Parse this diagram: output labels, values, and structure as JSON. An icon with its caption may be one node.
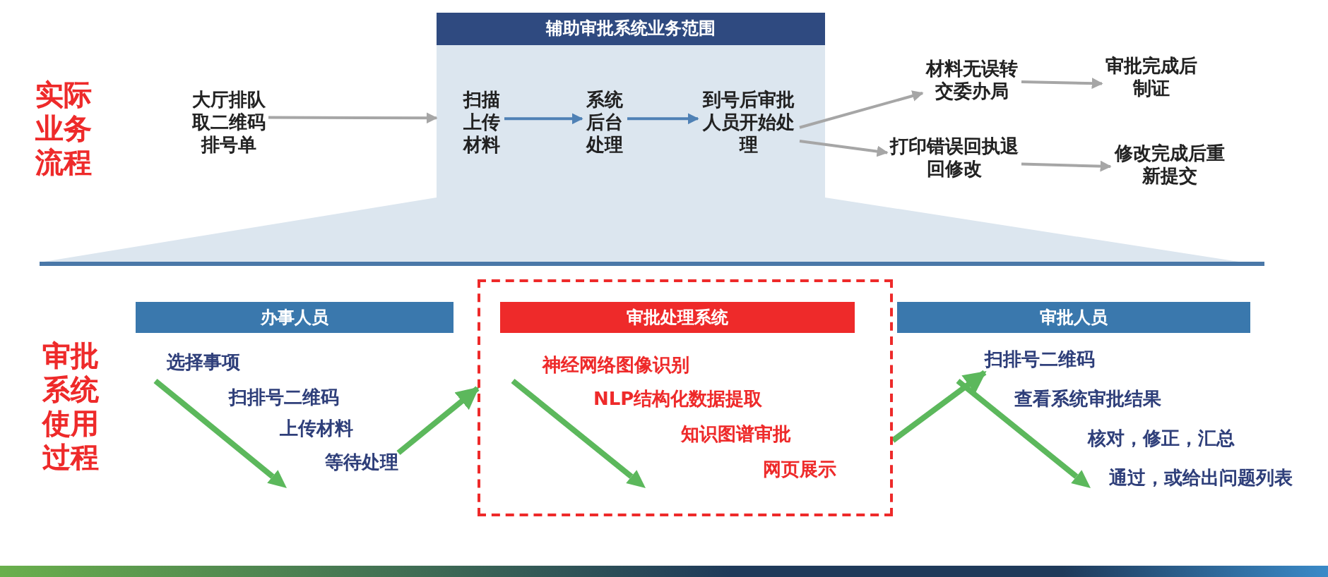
{
  "diagram": {
    "nodes": [
      {
        "text": [
          "大厅排队取二维码排号单"
        ]
      },
      {
        "text": [
          "辅助审批系统业务范围"
        ]
      },
      {
        "text": [
          "扫描上传材料"
        ],
        "in": 1
      },
      {
        "text": [
          "系统后台处理"
        ],
        "in": 1
      },
      {
        "text": [
          "到号后审批人员开始处理"
        ],
        "in": 1
      },
      {
        "text": [
          "材料无误转交委办局"
        ]
      },
      {
        "text": [
          "审批完成后制证"
        ]
      },
      {
        "text": [
          "打印错误回执退回修改"
        ]
      },
      {
        "text": [
          "修改完成后重新提交"
        ]
      },
      {
        "text": [
          "办事人员"
        ]
      },
      {
        "text": [
          "选择事项"
        ]
      },
      {
        "text": [
          "扫排号二维码"
        ]
      },
      {
        "text": [
          "上传材料"
        ]
      },
      {
        "text": [
          "等待处理"
        ]
      },
      {
        "text": [],
        "shape": "box"
      },
      {
        "text": [
          "审批处理系统"
        ],
        "in": 14
      },
      {
        "text": [
          "神经网络图像识别"
        ],
        "in": 14
      },
      {
        "text": [
          "NLP结构化数据提取"
        ],
        "in": 14
      },
      {
        "text": [
          "知识图谱审批"
        ],
        "in": 14
      },
      {
        "text": [
          "网页展示"
        ],
        "in": 14
      },
      {
        "text": [
          "审批人员"
        ]
      },
      {
        "text": [
          "扫排号二维码"
        ]
      },
      {
        "text": [
          "查看系统审批结果"
        ]
      },
      {
        "text": [
          "核对，修正，汇总"
        ]
      },
      {
        "text": [
          "通过，或给出问题列表"
        ]
      }
    ],
    "edges": [
      {
        "from": 0,
        "to": 1,
        "arrow": "to"
      },
      {
        "from": 2,
        "to": 3,
        "arrow": "to",
        "color": "#4f81b5"
      },
      {
        "from": 3,
        "to": 4,
        "arrow": "to",
        "color": "#4f81b5"
      },
      {
        "from": 4,
        "to": 5,
        "arrow": "to"
      },
      {
        "from": 4,
        "to": 7,
        "arrow": "to"
      },
      {
        "from": 5,
        "to": 6,
        "arrow": "to"
      },
      {
        "from": 7,
        "to": 8,
        "arrow": "to"
      },
      {
        "from": 13,
        "to": 14,
        "arrow": "to",
        "style": "thick",
        "color": "#5cb85c"
      },
      {
        "from": 14,
        "to": 21,
        "arrow": "to",
        "style": "thick",
        "color": "#5cb85c"
      }
    ],
    "labels": [
      "实际业务流程",
      "审批系统使用过程"
    ]
  }
}
